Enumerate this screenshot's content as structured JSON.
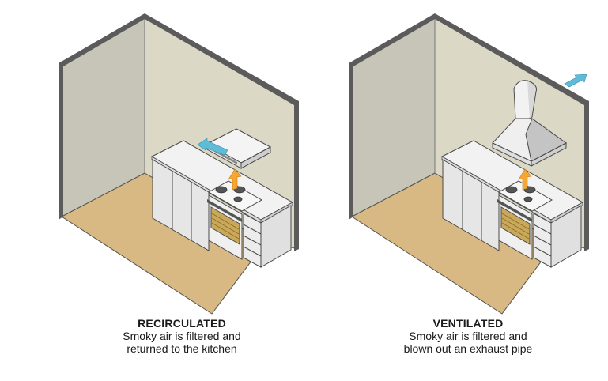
{
  "panels": [
    {
      "id": "recirculated",
      "title": "RECIRCULATED",
      "description_line1": "Smoky air is filtered and",
      "description_line2": "returned to the kitchen",
      "hood_type": "under-cabinet-slim-hood",
      "airflow": "returned-to-room"
    },
    {
      "id": "ventilated",
      "title": "VENTILATED",
      "description_line1": "Smoky air is filtered and",
      "description_line2": "blown out an exhaust pipe",
      "hood_type": "chimney-hood",
      "airflow": "exhausted-outside"
    }
  ],
  "colors": {
    "wall_edge": "#5b5b5b",
    "left_wall": "#c6c5b8",
    "back_wall": "#dcd8c6",
    "floor": "#d8b883",
    "cabinet_front": "#e4e4e4",
    "counter_top": "#f2f2f2",
    "smoke_arrow": "#f5a733",
    "air_arrow": "#5fbcd9",
    "outline": "#4a4a4a",
    "oven_glass": "#c9a85a"
  },
  "icons": {
    "smoke": "up-arrow",
    "filtered_air_left": "left-arrow",
    "exhaust_air": "up-right-arrow"
  }
}
